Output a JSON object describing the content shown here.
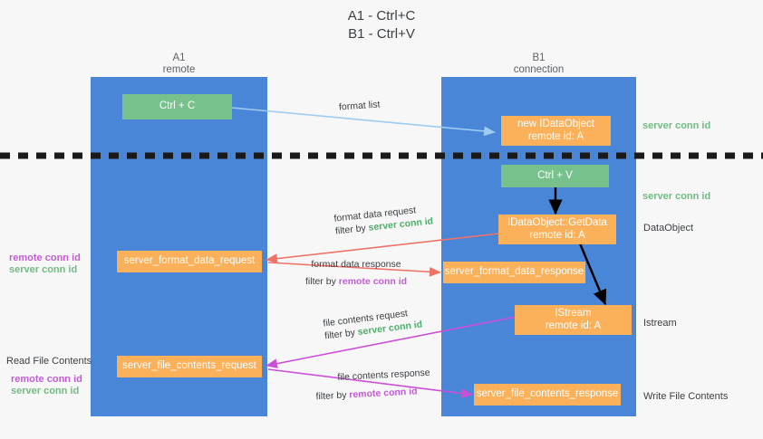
{
  "title": {
    "line1": "A1 - Ctrl+C",
    "line2": "B1 - Ctrl+V"
  },
  "lanes": [
    {
      "id": "a1",
      "head_line1": "A1",
      "head_line2": "remote",
      "color": "#4a86d8"
    },
    {
      "id": "b1",
      "head_line1": "B1",
      "head_line2": "connection",
      "color": "#4a86d8"
    }
  ],
  "boxes": {
    "ctrl_c": {
      "line1": "Ctrl + C",
      "line2": "",
      "color": "#76c18c"
    },
    "new_dataobject": {
      "line1": "new IDataObject",
      "line2": "remote id: A",
      "color": "#fbb05a"
    },
    "ctrl_v": {
      "line1": "Ctrl + V",
      "line2": "",
      "color": "#76c18c"
    },
    "getdata": {
      "line1": "IDataObject::GetData",
      "line2": "remote id: A",
      "color": "#fbb05a"
    },
    "format_data_request": {
      "line1": "server_format_data_request",
      "line2": "",
      "color": "#fbb05a"
    },
    "format_data_response": {
      "line1": "server_format_data_response",
      "line2": "",
      "color": "#fbb05a"
    },
    "istream": {
      "line1": "IStream",
      "line2": "remote id: A",
      "color": "#fbb05a"
    },
    "file_contents_request": {
      "line1": "server_file_contents_request",
      "line2": "",
      "color": "#fbb05a"
    },
    "file_contents_response": {
      "line1": "server_file_contents_response",
      "line2": "",
      "color": "#fbb05a"
    }
  },
  "arrow_labels": {
    "format_list": "format list",
    "format_data_request_l1": "format data request",
    "format_data_request_l2_prefix": "filter by ",
    "format_data_request_l2_key": "server conn id",
    "format_data_response_l1": "format data response",
    "format_data_response_l2_prefix": "filter by ",
    "format_data_response_l2_key": "remote conn id",
    "file_contents_request_l1": "file contents request",
    "file_contents_request_l2_prefix": "filter by ",
    "file_contents_request_l2_key": "server conn id",
    "file_contents_response_l1": "file contents response",
    "file_contents_response_l2_prefix": "filter by ",
    "file_contents_response_l2_key": "remote conn id"
  },
  "side_labels": {
    "right_server_conn_1": "server conn id",
    "right_server_conn_2": "server conn id",
    "right_dataobject": "DataObject",
    "right_istream": "Istream",
    "right_write_file_contents": "Write File Contents",
    "left_remote_conn_1": "remote conn id",
    "left_server_conn_1": "server conn id",
    "left_read_file_contents": "Read File Contents",
    "left_remote_conn_2": "remote conn id",
    "left_server_conn_2": "server conn id"
  },
  "colors": {
    "lane": "#4a86d8",
    "green_box": "#76c18c",
    "orange_box": "#fbb05a",
    "green_text": "#72bb85",
    "magenta_text": "#c45bd6",
    "arrow_blue": "#9ecbf0",
    "arrow_red": "#ef7267",
    "arrow_magenta": "#cc4fd8",
    "arrow_black": "#000000",
    "divider": "#1a1a1a",
    "background": "#f7f7f7"
  }
}
